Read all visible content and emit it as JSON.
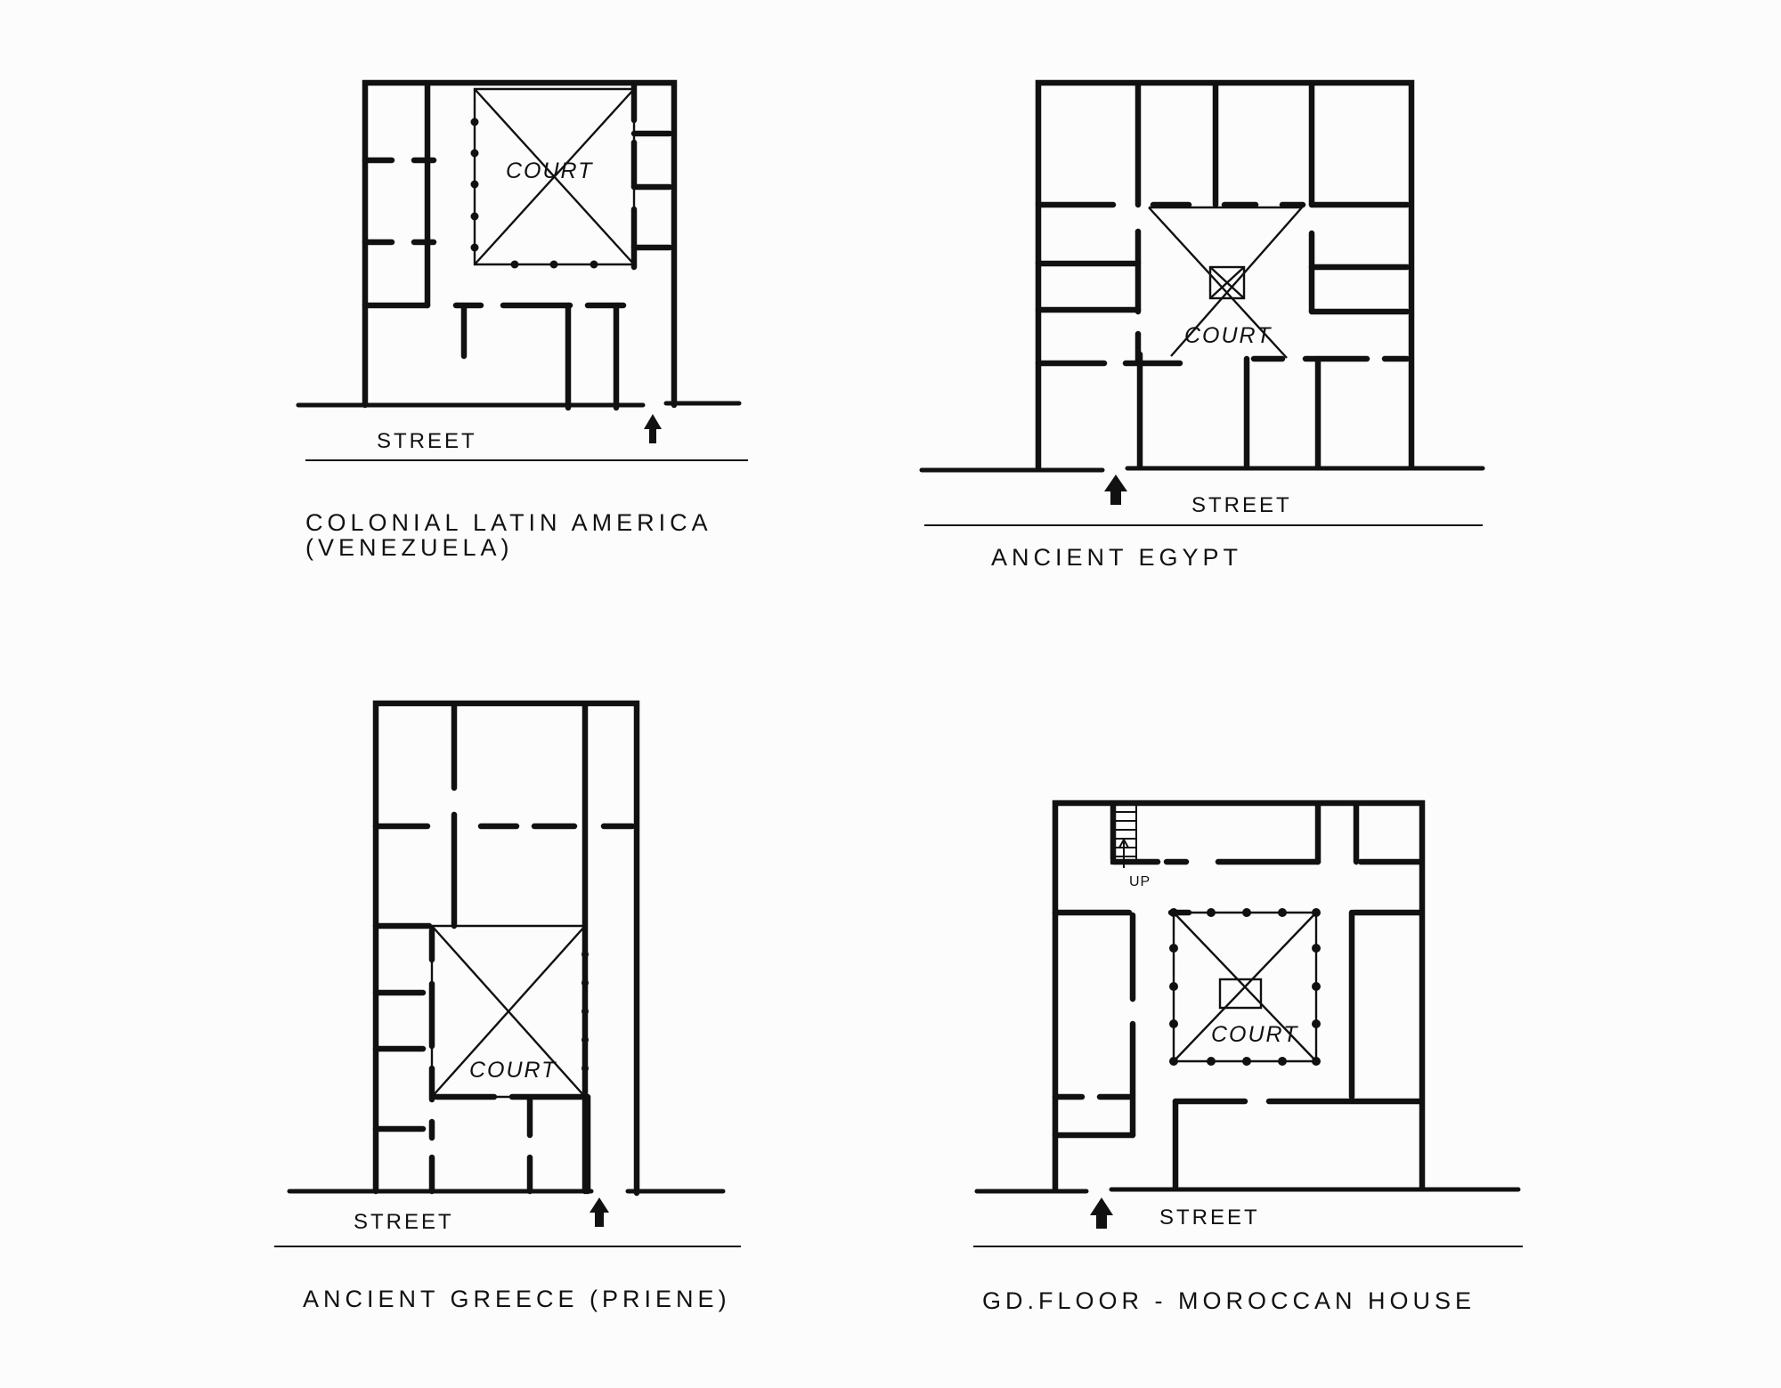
{
  "plans": {
    "venezuela": {
      "court_label": "COURT",
      "street_label": "STREET",
      "caption_line1": "COLONIAL LATIN AMERICA",
      "caption_line2": "(VENEZUELA)"
    },
    "egypt": {
      "court_label": "COURT",
      "street_label": "STREET",
      "caption_line1": "ANCIENT EGYPT"
    },
    "greece": {
      "court_label": "COURT",
      "street_label": "STREET",
      "caption_line1": "ANCIENT GREECE (PRIENE)"
    },
    "morocco": {
      "court_label": "COURT",
      "street_label": "STREET",
      "stair_label": "UP",
      "caption_line1": "GD.FLOOR - MOROCCAN HOUSE"
    }
  }
}
